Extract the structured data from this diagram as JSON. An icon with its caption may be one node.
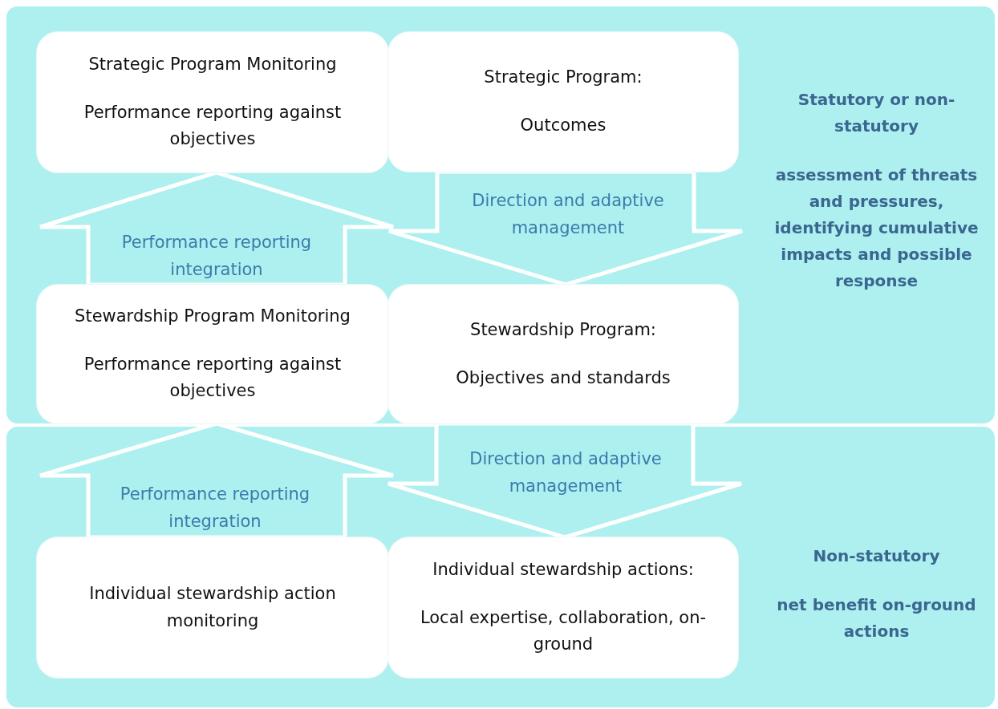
{
  "diagram": {
    "nodes": [
      {
        "text": [
          "Statutory or non-statutory",
          "assessment of threats and pressures, identifying cumulative impacts and possible response"
        ]
      },
      {
        "text": [
          "Strategic Program Monitoring",
          "Performance reporting against objectives"
        ],
        "in": 0
      },
      {
        "text": [
          "Strategic Program:",
          "Outcomes"
        ],
        "in": 0
      },
      {
        "text": [
          "Stewardship Program Monitoring",
          "Performance reporting against objectives"
        ],
        "in": 0
      },
      {
        "text": [
          "Stewardship Program:",
          "Objectives and standards"
        ],
        "in": 0
      },
      {
        "text": [
          "Non-statutory",
          "net benefit on-ground actions"
        ]
      },
      {
        "text": [
          "Individual stewardship action monitoring"
        ],
        "in": 5
      },
      {
        "text": [
          "Individual stewardship actions:",
          "Local expertise, collaboration, on-ground"
        ],
        "in": 5
      }
    ],
    "edges": [
      {
        "from": 3,
        "to": 1,
        "arrow": "to",
        "label": "Performance reporting integration",
        "style": "thick"
      },
      {
        "from": 2,
        "to": 4,
        "arrow": "to",
        "label": "Direction and adaptive management",
        "style": "thick"
      },
      {
        "from": 6,
        "to": 3,
        "arrow": "to",
        "label": "Performance reporting integration",
        "style": "thick"
      },
      {
        "from": 4,
        "to": 7,
        "arrow": "to",
        "label": "Direction and adaptive management",
        "style": "thick"
      }
    ]
  }
}
